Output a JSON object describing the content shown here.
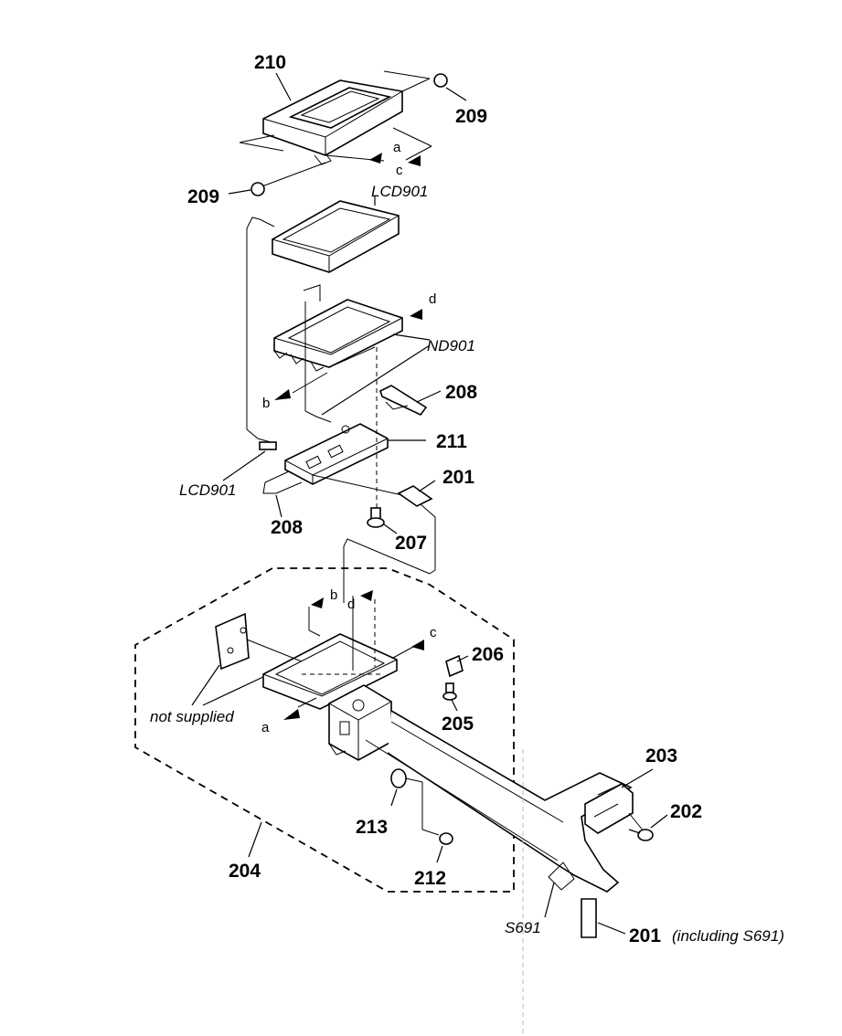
{
  "labels": {
    "p210": "210",
    "p209_top": "209",
    "p209_left": "209",
    "lcd901_top": "LCD901",
    "nd901": "ND901",
    "p208_right": "208",
    "p211": "211",
    "lcd901_bottom": "LCD901",
    "p201_mid": "201",
    "p208_bottom": "208",
    "p207": "207",
    "p206": "206",
    "p205": "205",
    "not_supplied": "not supplied",
    "p203": "203",
    "p202": "202",
    "p213": "213",
    "p212": "212",
    "p204": "204",
    "s691": "S691",
    "p201_bottom": "201",
    "including": "(including S691)"
  },
  "letters": {
    "a_top": "a",
    "c_top": "c",
    "d_top": "d",
    "b_mid": "b",
    "b_low": "b",
    "d_low": "d",
    "c_low": "c",
    "a_low": "a"
  }
}
